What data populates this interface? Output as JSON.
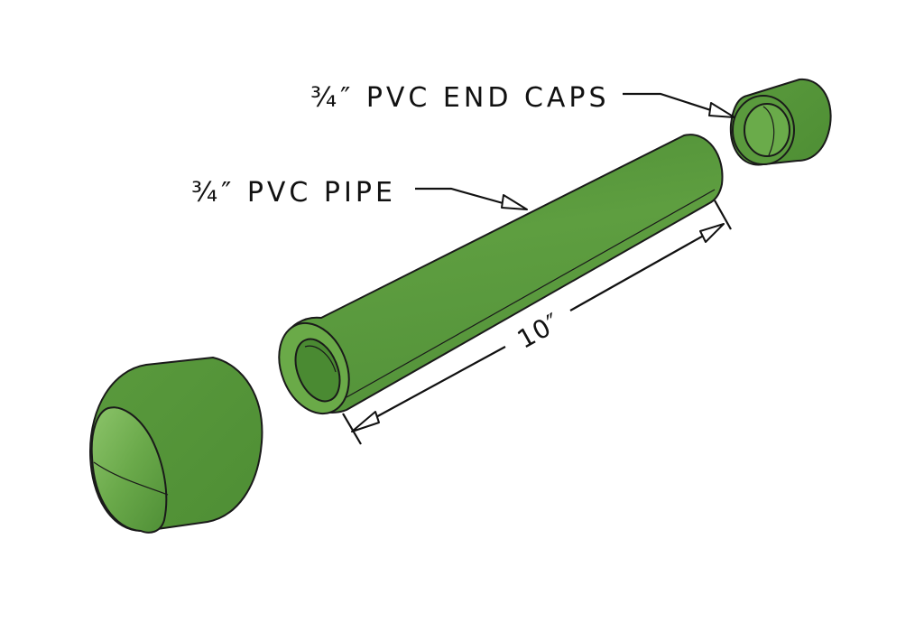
{
  "labels": {
    "end_caps": "¾″ PVC END CAPS",
    "pipe": "¾″ PVC PIPE",
    "length": "10″"
  },
  "colors": {
    "pvc_green": "#5a9a3d",
    "pvc_green_light": "#76b454",
    "pvc_green_dark": "#3f7a2a",
    "outline": "#1a1a1a",
    "background": "#ffffff"
  }
}
